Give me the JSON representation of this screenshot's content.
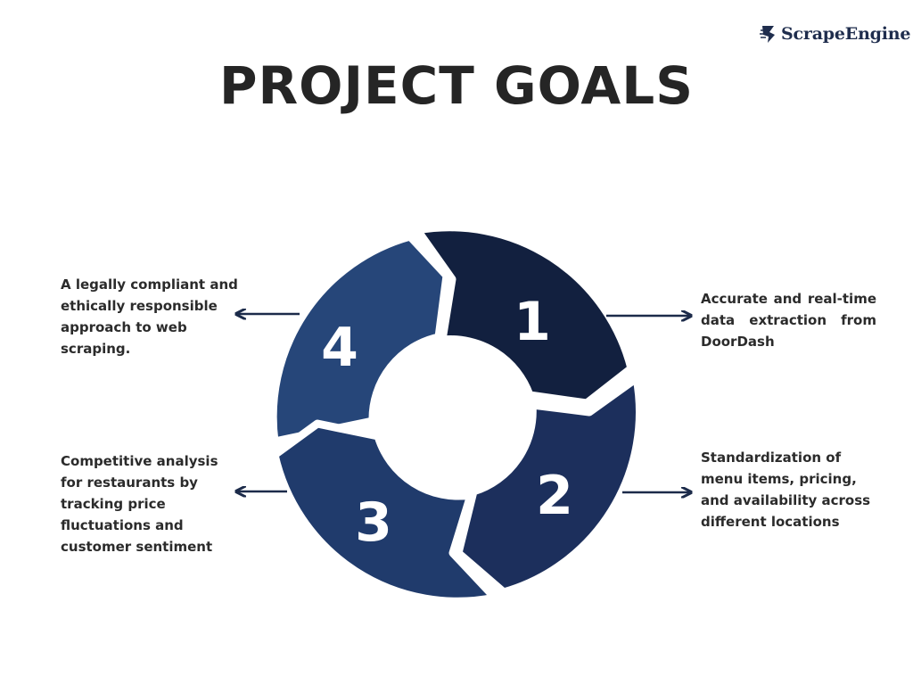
{
  "brand": {
    "name": "ScrapeEngine",
    "color": "#1f2d4d"
  },
  "title": "PROJECT GOALS",
  "colors": {
    "segment_1": "#12203f",
    "segment_2": "#1c2f5c",
    "segment_3": "#203b6c",
    "segment_4": "#264679",
    "arrow": "#1c2b4a",
    "text": "#2b2b2b"
  },
  "goals": [
    {
      "number": "1",
      "text": "Accurate and real-time data extraction from DoorDash"
    },
    {
      "number": "2",
      "text": "Standardization of menu items, pricing, and availability across different locations"
    },
    {
      "number": "3",
      "text": "Competitive analysis for restaurants by tracking price fluctuations and customer sentiment"
    },
    {
      "number": "4",
      "text": "A legally compliant and ethically responsible approach to web scraping."
    }
  ]
}
